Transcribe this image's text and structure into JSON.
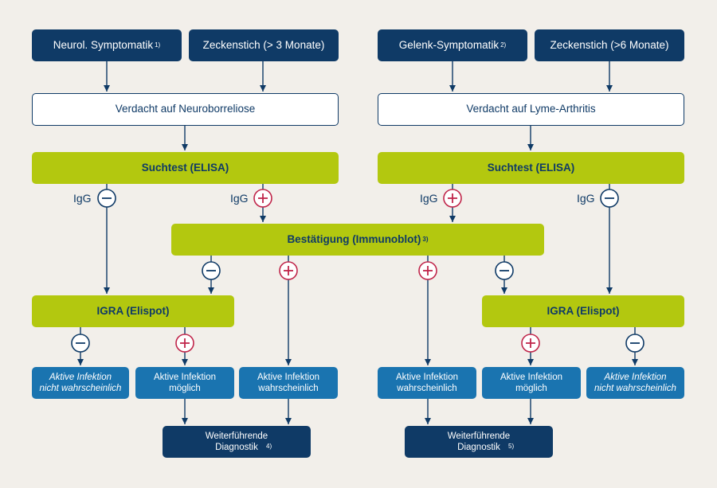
{
  "colors": {
    "background": "#f2efea",
    "navy": "#0f3a66",
    "green": "#b3c80f",
    "blue": "#1a74b0",
    "positive": "#c0254a",
    "negative": "#0f3a66"
  },
  "left": {
    "symptom": {
      "label": "Neurol. Symptomatik",
      "ref": "1)"
    },
    "tick": {
      "label": "Zeckenstich (> 3 Monate)"
    },
    "suspicion": {
      "label": "Verdacht auf Neuroborreliose"
    },
    "screening": {
      "label": "Suchtest (ELISA)"
    },
    "igg_negative": {
      "label": "IgG",
      "sign": "negative"
    },
    "igg_positive": {
      "label": "IgG",
      "sign": "positive"
    },
    "igra": {
      "label": "IGRA (Elispot)"
    },
    "result_unlikely": {
      "label": "Aktive Infektion\nnicht wahrscheinlich"
    },
    "result_possible": {
      "label": "Aktive Infektion\nmöglich"
    },
    "result_likely": {
      "label": "Aktive Infektion\nwahrscheinlich"
    },
    "further": {
      "label": "Weiterführende\nDiagnostik",
      "ref": "4)"
    }
  },
  "right": {
    "symptom": {
      "label": "Gelenk-Symptomatik",
      "ref": "2)"
    },
    "tick": {
      "label": "Zeckenstich (>6 Monate)"
    },
    "suspicion": {
      "label": "Verdacht auf Lyme-Arthritis"
    },
    "screening": {
      "label": "Suchtest (ELISA)"
    },
    "igg_positive": {
      "label": "IgG",
      "sign": "positive"
    },
    "igg_negative": {
      "label": "IgG",
      "sign": "negative"
    },
    "igra": {
      "label": "IGRA (Elispot)"
    },
    "result_likely": {
      "label": "Aktive Infektion\nwahrscheinlich"
    },
    "result_possible": {
      "label": "Aktive Infektion\nmöglich"
    },
    "result_unlikely": {
      "label": "Aktive Infektion\nnicht wahrscheinlich"
    },
    "further": {
      "label": "Weiterführende\nDiagnostik",
      "ref": "5)"
    }
  },
  "confirmation": {
    "label": "Bestätigung (Immunoblot)",
    "ref": "3)"
  }
}
